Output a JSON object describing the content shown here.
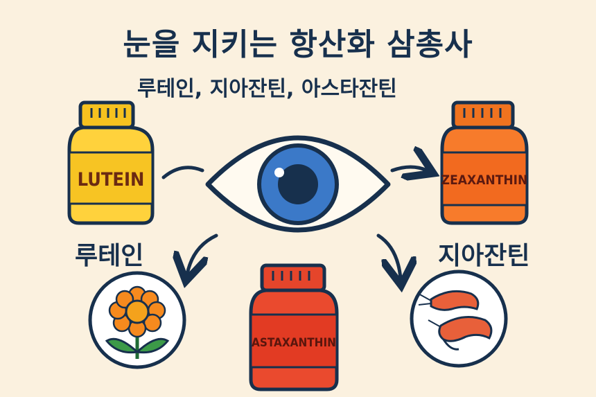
{
  "title": "눈을 지키는 항산화 삼총사",
  "subtitle": "루테인, 지아잔틴, 아스타잔틴",
  "bottles": {
    "lutein": {
      "label": "LUTEIN",
      "cap_color": "#f6c21f",
      "body_color": "#ffd23c",
      "text_color": "#6b2a12"
    },
    "zeaxanthin": {
      "label": "ZEAXANTHIN",
      "cap_color": "#f0731f",
      "body_color": "#f77b2b",
      "text_color": "#5c1a10"
    },
    "astaxanthin": {
      "label": "ASTAXANTHIN",
      "cap_color": "#e5452b",
      "body_color": "#ea4a2e",
      "text_color": "#5a160d"
    }
  },
  "labels": {
    "lutein": "루테인",
    "zeaxanthin": "지아잔틴"
  },
  "icons": {
    "eye": "eye-icon",
    "flower": "marigold-flower-icon",
    "shrimp": "shrimp-icon"
  },
  "colors": {
    "outline": "#17304d",
    "iris": "#3b79c8",
    "background": "#fbf1df"
  }
}
